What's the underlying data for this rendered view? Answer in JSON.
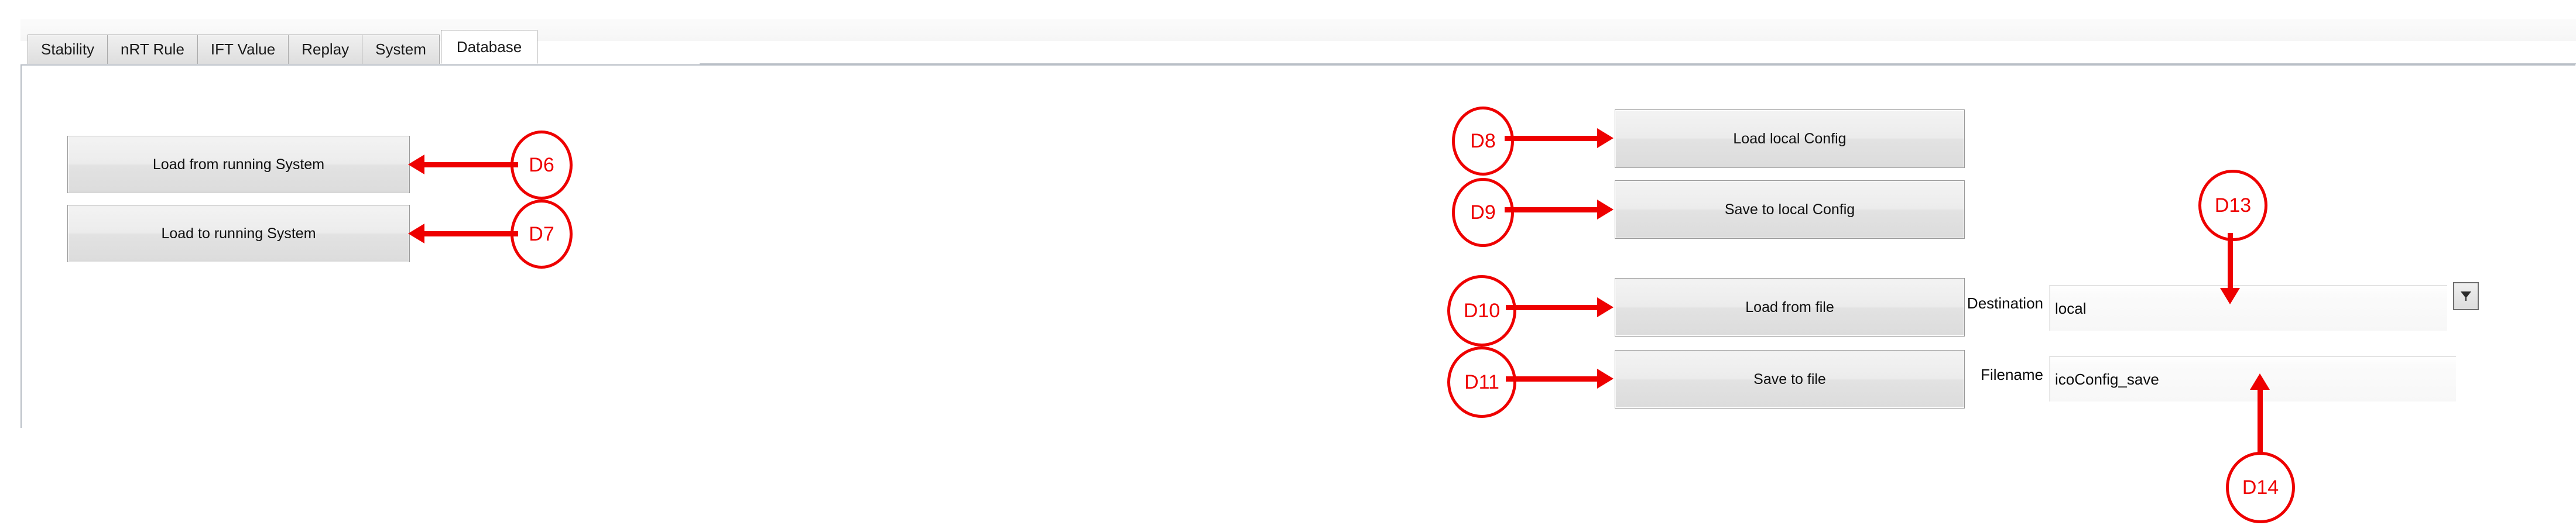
{
  "tabs": [
    {
      "label": "Stability",
      "active": false
    },
    {
      "label": "nRT Rule",
      "active": false
    },
    {
      "label": "IFT Value",
      "active": false
    },
    {
      "label": "Replay",
      "active": false
    },
    {
      "label": "System",
      "active": false
    },
    {
      "label": "Database",
      "active": true
    }
  ],
  "buttons": {
    "load_from_running_system": "Load from running System",
    "load_to_running_system": "Load to running System",
    "load_local_config": "Load local Config",
    "save_to_local_config": "Save to local Config",
    "load_from_file": "Load from file",
    "save_to_file": "Save to file"
  },
  "fields": {
    "destination_label": "Destination",
    "destination_value": "local",
    "filename_label": "Filename",
    "filename_value": "icoConfig_save"
  },
  "icons": {
    "destination_dropdown": "dropdown-arrow-icon"
  },
  "annotations": [
    {
      "id": "D6",
      "label": "D6"
    },
    {
      "id": "D7",
      "label": "D7"
    },
    {
      "id": "D8",
      "label": "D8"
    },
    {
      "id": "D9",
      "label": "D9"
    },
    {
      "id": "D10",
      "label": "D10"
    },
    {
      "id": "D11",
      "label": "D11"
    },
    {
      "id": "D13",
      "label": "D13"
    },
    {
      "id": "D14",
      "label": "D14"
    }
  ],
  "colors": {
    "annotation": "#ee0000",
    "tab_border": "#a9a9a9",
    "panel_border": "#b6bcc4"
  }
}
